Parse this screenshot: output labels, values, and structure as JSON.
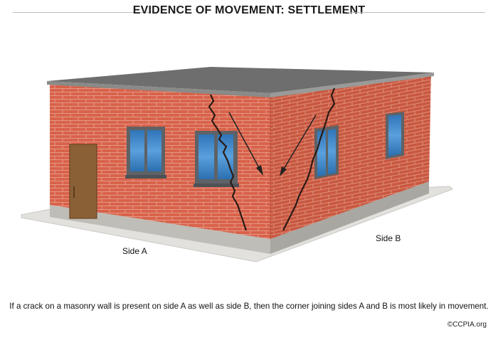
{
  "title": "EVIDENCE OF MOVEMENT: SETTLEMENT",
  "labels": {
    "side_a": "Side A",
    "side_b": "Side B"
  },
  "caption": "If a crack on a masonry wall is present on side A as well as side B, then the corner joining sides A and B is most likely in movement.",
  "credit": "©CCPIA.org",
  "colors": {
    "brick_front": "#d8624a",
    "brick_side": "#cf5c45",
    "mortar": "#e8b3a3",
    "roof": "#707070",
    "foundation": "#bfbdb7",
    "window_frame": "#5e6266",
    "glass": "#3f87c8",
    "door": "#8a6036",
    "arrow": "#222222"
  }
}
